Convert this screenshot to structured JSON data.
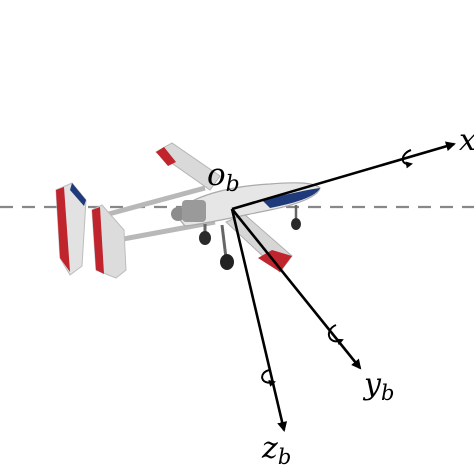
{
  "diagram": {
    "origin": {
      "label": "o",
      "subscript": "b"
    },
    "axes": {
      "x": {
        "label": "x",
        "subscript": ""
      },
      "y": {
        "label": "y",
        "subscript": "b"
      },
      "z": {
        "label": "z",
        "subscript": "b"
      }
    },
    "colors": {
      "axis": "#000000",
      "reference_line": "#888888",
      "wing": "#d8d8d8",
      "wing_stripe": "#c0242c",
      "fuselage": "#e4e4e4",
      "nose_stripe": "#1f3a7a",
      "tail_stripe": "#c0242c"
    },
    "icons": [
      "aircraft-body",
      "rotation-arrow-icon"
    ]
  }
}
